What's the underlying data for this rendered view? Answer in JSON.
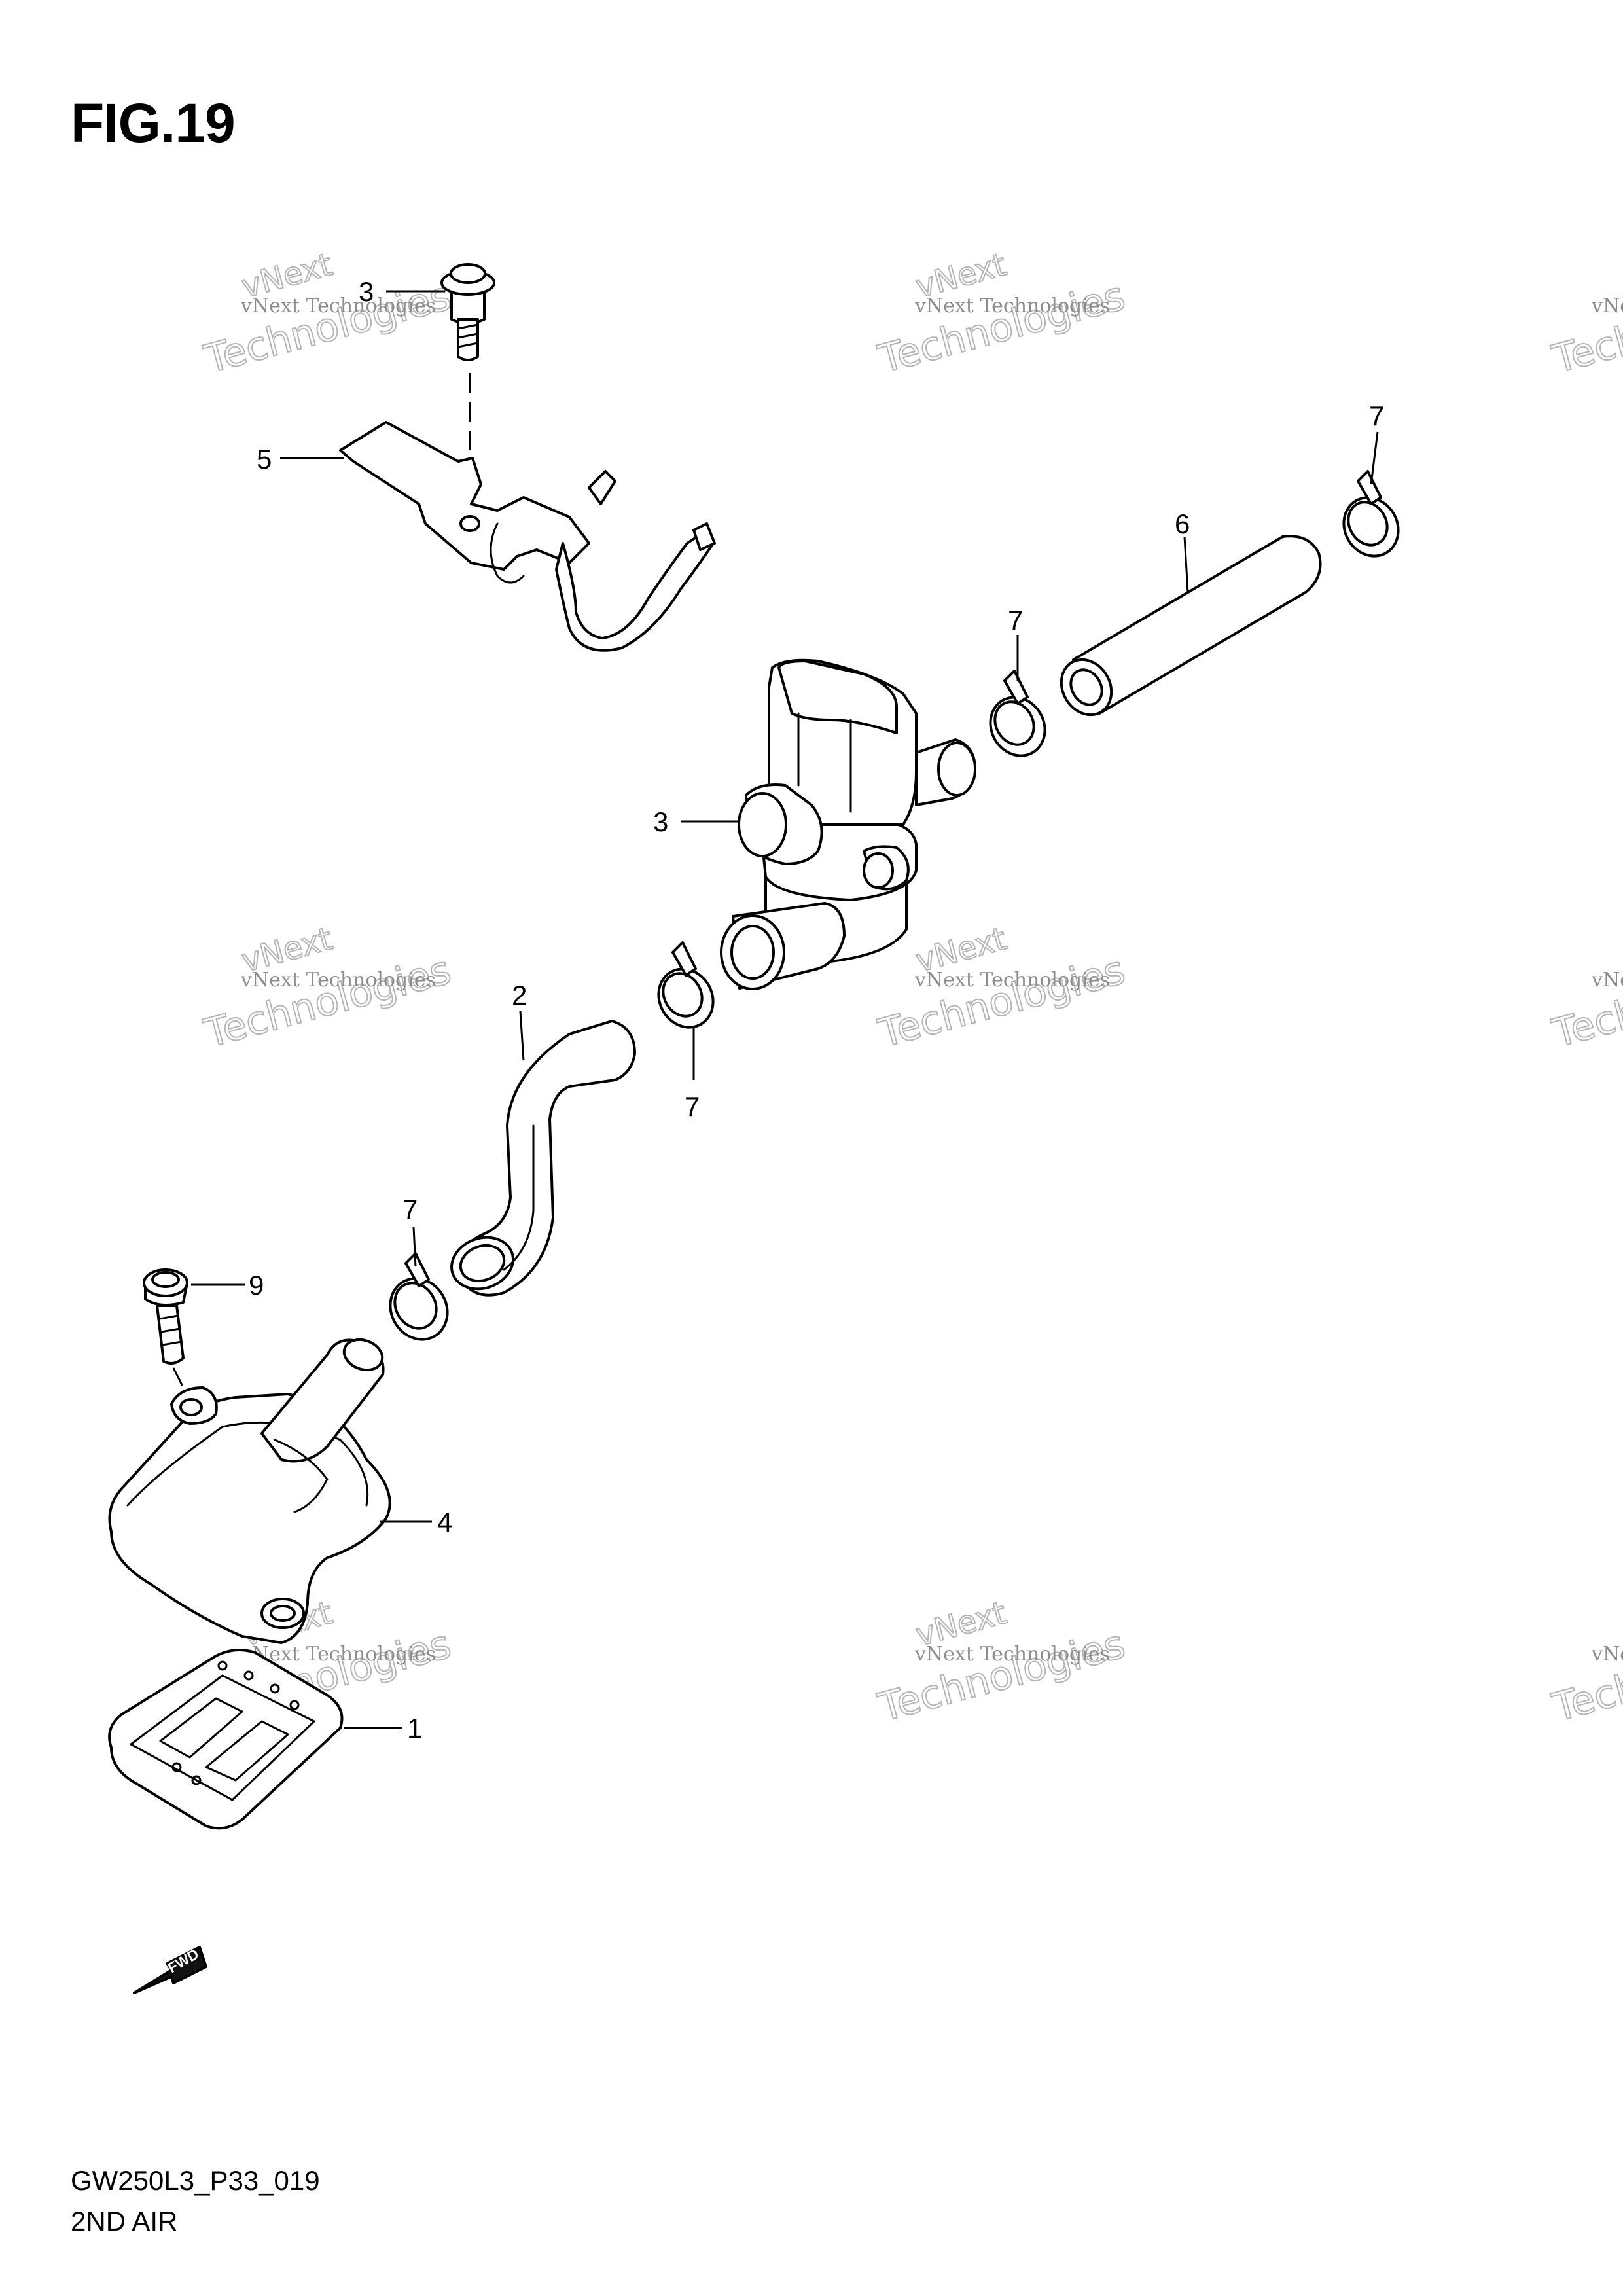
{
  "figure": {
    "title": "FIG.19",
    "code": "GW250L3_P33_019",
    "name": "2ND AIR"
  },
  "watermark": {
    "line1": "vNext Technologies",
    "line2": "vNext",
    "line3": "Technologies"
  },
  "callouts": {
    "c1": "1",
    "c2": "2",
    "c3a": "3",
    "c3b": "3",
    "c4": "4",
    "c5": "5",
    "c6": "6",
    "c7a": "7",
    "c7b": "7",
    "c7c": "7",
    "c7d": "7",
    "c9": "9"
  },
  "fwd_arrow": {
    "label": "FWD"
  }
}
